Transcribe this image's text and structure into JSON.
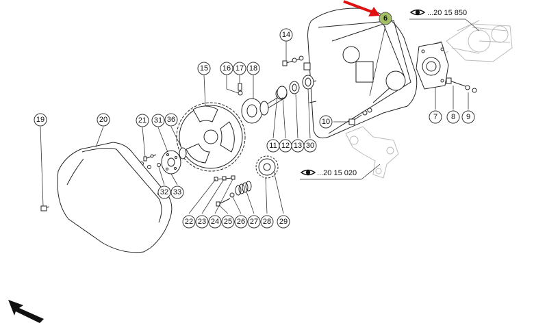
{
  "callouts": [
    {
      "id": "6",
      "highlight": true
    },
    {
      "id": "7"
    },
    {
      "id": "8"
    },
    {
      "id": "9"
    },
    {
      "id": "10"
    },
    {
      "id": "11"
    },
    {
      "id": "12"
    },
    {
      "id": "13"
    },
    {
      "id": "14"
    },
    {
      "id": "15"
    },
    {
      "id": "16"
    },
    {
      "id": "17"
    },
    {
      "id": "18"
    },
    {
      "id": "19"
    },
    {
      "id": "20"
    },
    {
      "id": "21"
    },
    {
      "id": "22"
    },
    {
      "id": "23"
    },
    {
      "id": "24"
    },
    {
      "id": "25"
    },
    {
      "id": "26"
    },
    {
      "id": "27"
    },
    {
      "id": "28"
    },
    {
      "id": "29"
    },
    {
      "id": "30"
    },
    {
      "id": "31"
    },
    {
      "id": "32"
    },
    {
      "id": "33"
    },
    {
      "id": "36"
    }
  ],
  "references": [
    {
      "text": "...20 15 850",
      "icon": "eye-icon"
    },
    {
      "text": "...20 15 020",
      "icon": "eye-icon"
    }
  ],
  "colors": {
    "highlight": "#a4c064",
    "pointer_arrow": "#e01010",
    "line": "#222222",
    "ghost": "#bbbbbb"
  }
}
